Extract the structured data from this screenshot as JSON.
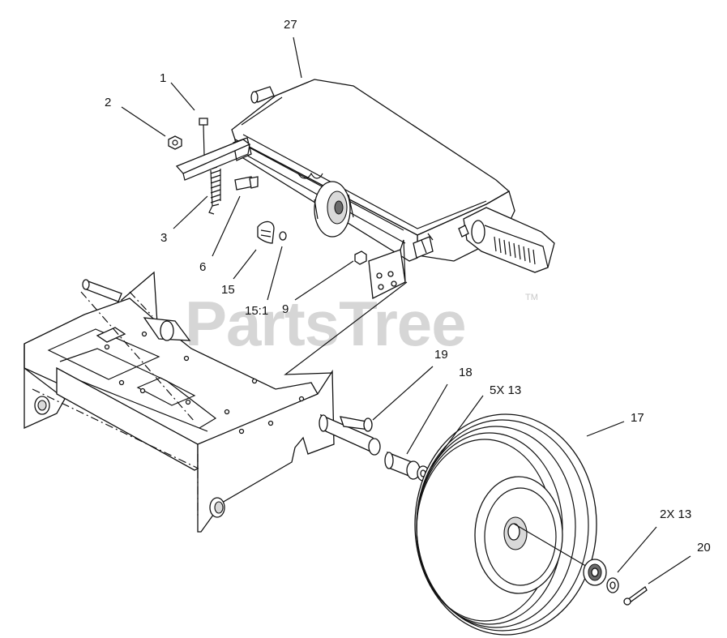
{
  "watermark": {
    "text": "PartsTree",
    "trademark": "TM"
  },
  "callouts": [
    {
      "id": "c27",
      "label": "27"
    },
    {
      "id": "c1",
      "label": "1"
    },
    {
      "id": "c2",
      "label": "2"
    },
    {
      "id": "c3",
      "label": "3"
    },
    {
      "id": "c6",
      "label": "6"
    },
    {
      "id": "c15",
      "label": "15"
    },
    {
      "id": "c15-1",
      "label": "15:1"
    },
    {
      "id": "c9",
      "label": "9"
    },
    {
      "id": "c19",
      "label": "19"
    },
    {
      "id": "c18",
      "label": "18"
    },
    {
      "id": "c5x13",
      "label": "5X 13"
    },
    {
      "id": "c17",
      "label": "17"
    },
    {
      "id": "c2x13",
      "label": "2X 13"
    },
    {
      "id": "c20",
      "label": "20"
    }
  ],
  "colors": {
    "line": "#111111",
    "watermark": "#d6d6d6",
    "background": "#ffffff"
  }
}
